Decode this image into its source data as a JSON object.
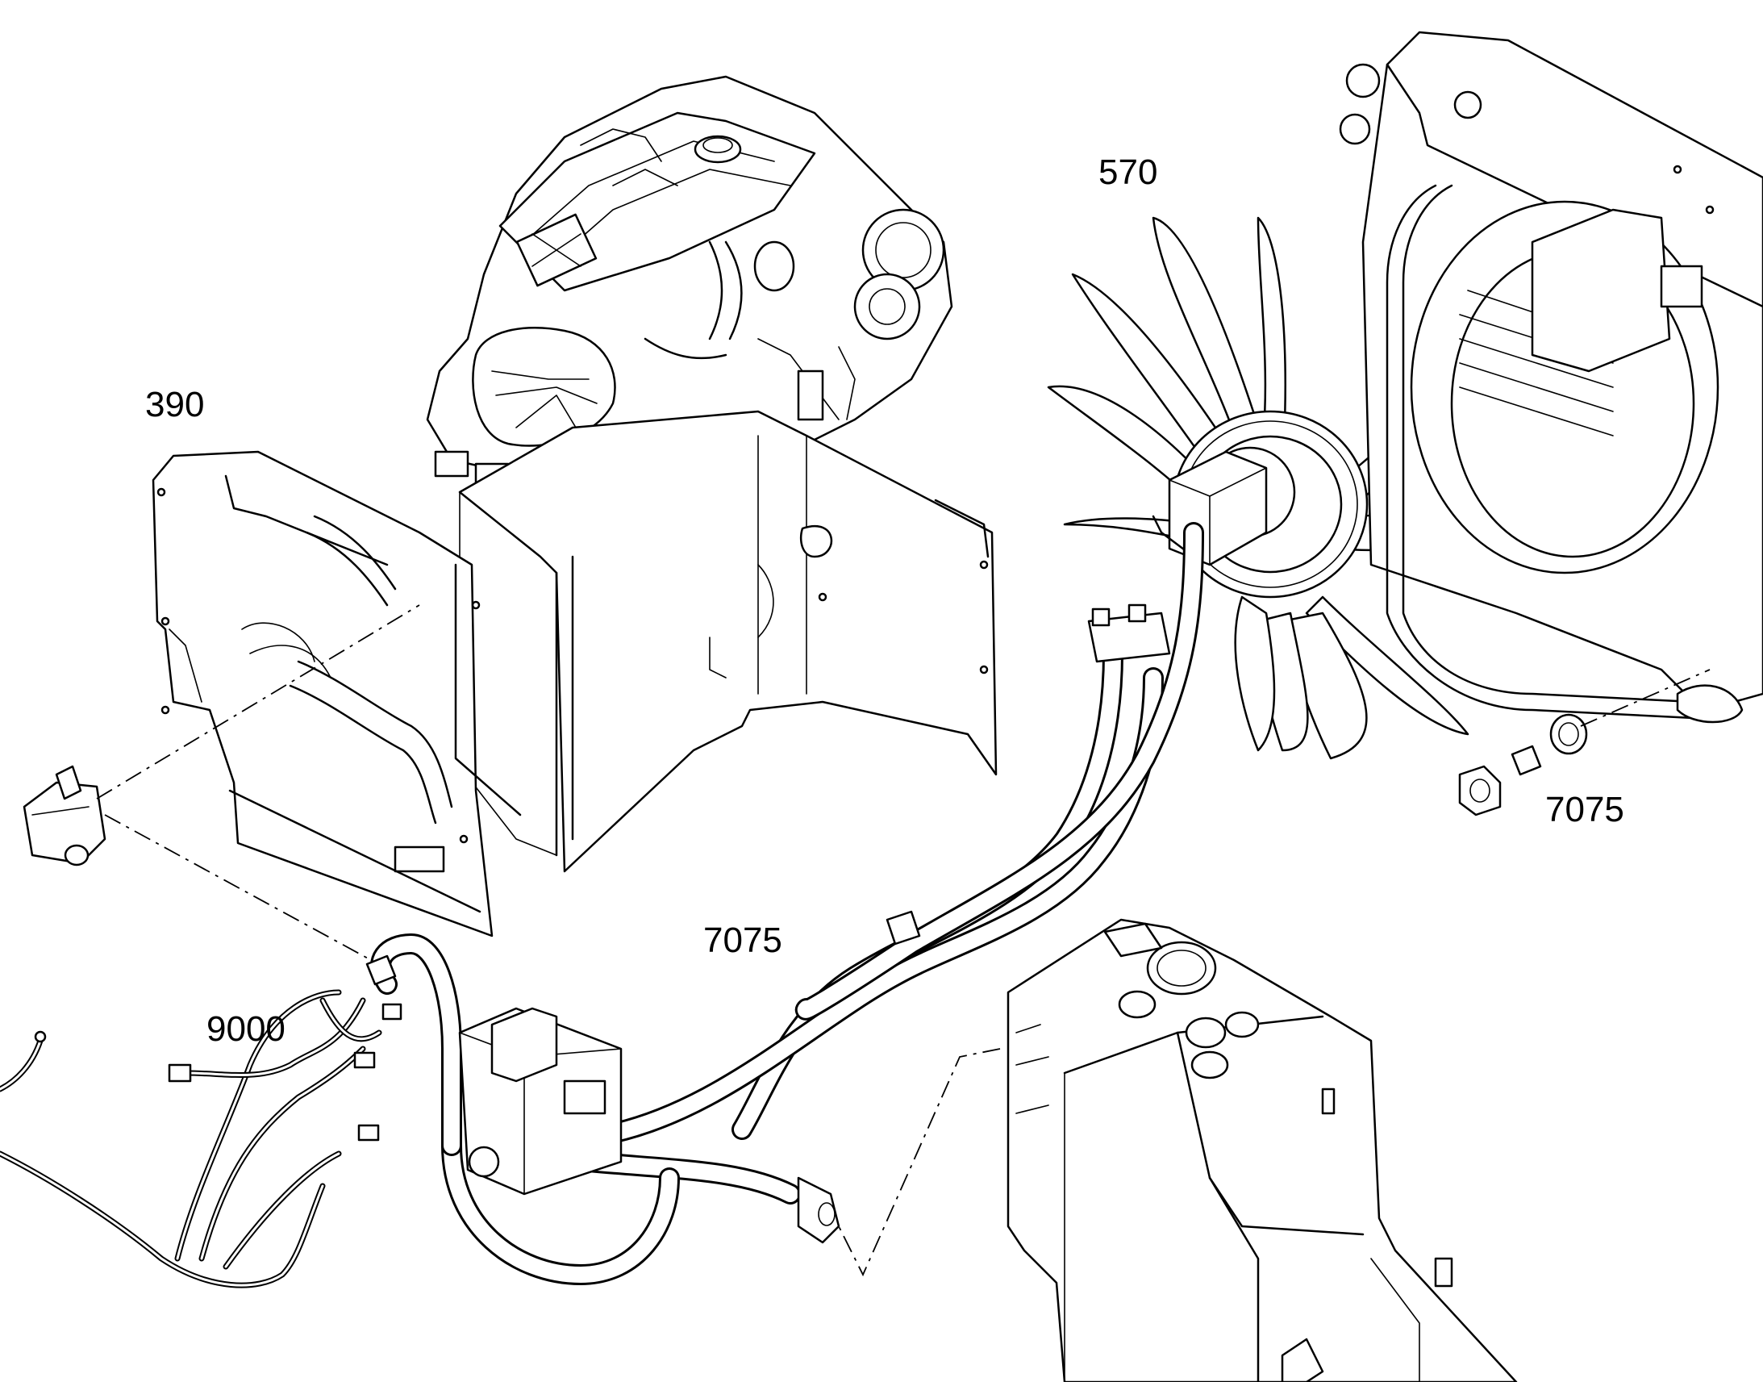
{
  "labels": {
    "p390": "390",
    "p570": "570",
    "p7075_right": "7075",
    "p7075_center": "7075",
    "p9000": "9000"
  },
  "colors": {
    "line": "#000000",
    "background": "#ffffff"
  }
}
